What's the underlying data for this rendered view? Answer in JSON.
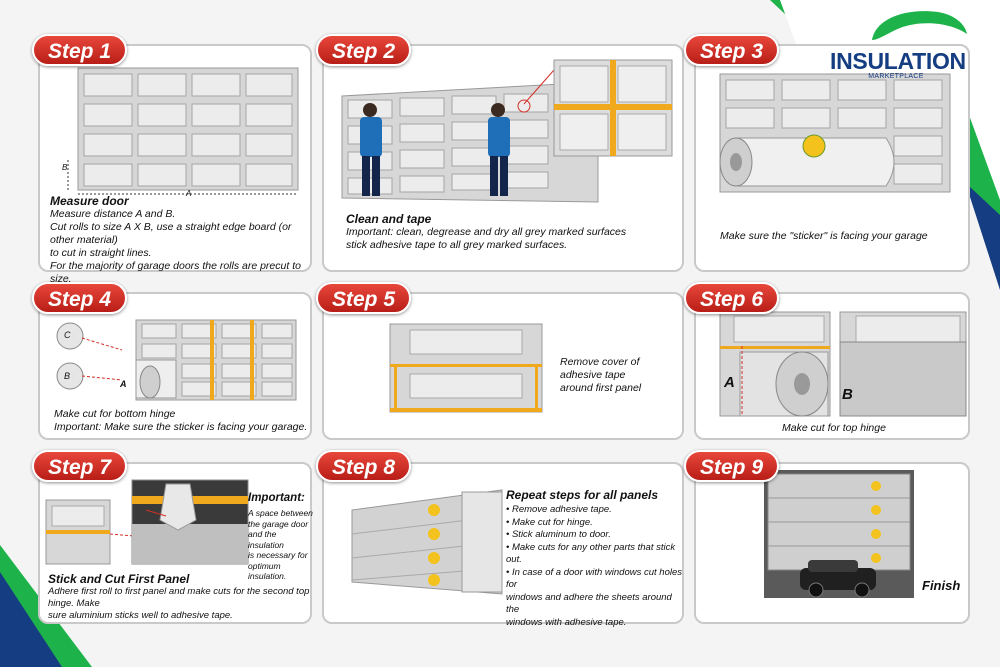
{
  "brand": {
    "name": "INSULATION",
    "sub": "MARKETPLACE",
    "colors": {
      "navy": "#153d82",
      "green": "#1db34a",
      "red": "#d23027",
      "tape": "#f0a81c"
    }
  },
  "steps": [
    {
      "badge": "Step 1",
      "title": "Measure door",
      "lines": [
        "Measure distance A and B.",
        "Cut rolls to size A X B, use a straight edge board (or other material)",
        "to cut in straight lines.",
        "For the majority of garage doors the rolls are precut to size."
      ],
      "labels": {
        "a": "A",
        "b": "B"
      }
    },
    {
      "badge": "Step 2",
      "title": "Clean and tape",
      "lines": [
        "Important: clean, degrease and dry all grey marked surfaces",
        "stick adhesive tape to all grey marked surfaces."
      ]
    },
    {
      "badge": "Step 3",
      "lines": [
        "Make sure the \"sticker\" is facing your garage"
      ]
    },
    {
      "badge": "Step 4",
      "lines": [
        "Make cut for bottom hinge",
        "Important: Make sure the sticker is facing your garage."
      ],
      "labels": {
        "a": "A",
        "b": "B",
        "c": "C"
      }
    },
    {
      "badge": "Step 5",
      "lines": [
        "Remove cover of",
        "adhesive tape",
        "around first panel"
      ]
    },
    {
      "badge": "Step 6",
      "lines": [
        "Make cut for top hinge"
      ],
      "labels": {
        "a": "A",
        "b": "B"
      }
    },
    {
      "badge": "Step 7",
      "title": "Stick and Cut First Panel",
      "lines": [
        "Adhere first roll to first panel and make cuts for the second top hinge. Make",
        "sure aluminium sticks well to adhesive tape."
      ],
      "note_title": "Important:",
      "note_lines": [
        "A space between",
        "the garage door",
        "and the insulation",
        "is necessary for",
        "optimum insulation."
      ]
    },
    {
      "badge": "Step 8",
      "title": "Repeat steps for all panels",
      "lines": [
        "• Remove adhesive tape.",
        "• Make cut for hinge.",
        "• Stick aluminum to door.",
        "• Make cuts for any other parts that stick out.",
        "• In case of a door with windows cut holes for",
        "windows and adhere the  sheets around the",
        "windows with adhesive tape."
      ]
    },
    {
      "badge": "Step 9",
      "lines": [
        "Finish"
      ]
    }
  ]
}
